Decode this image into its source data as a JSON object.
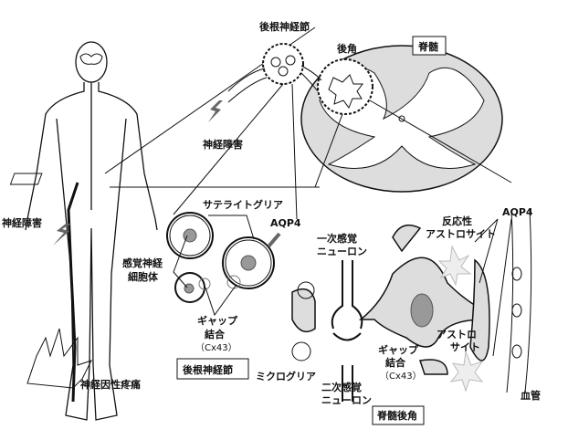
{
  "labels": {
    "drg_top": "後根神経節",
    "dorsal_horn": "後角",
    "spinal_cord": "脊髄",
    "nerve_injury_top": "神経障害",
    "nerve_injury_left": "神経障害",
    "satellite_glia": "サテライトグリア",
    "aqp4_left": "AQP4",
    "aqp4_right": "AQP4",
    "sensory_cell_body_1": "感覚神経",
    "sensory_cell_body_2": "細胞体",
    "gap_left_1": "ギャップ",
    "gap_left_2": "結合",
    "gap_left_3": "（Cx43）",
    "drg_box": "後根神経節",
    "microglia": "ミクログリア",
    "primary_neuron_1": "一次感覚",
    "primary_neuron_2": "ニューロン",
    "secondary_neuron_1": "二次感覚",
    "secondary_neuron_2": "ニューロン",
    "reactive_astro_1": "反応性",
    "reactive_astro_2": "アストロサイト",
    "astro_1": "アストロ",
    "astro_2": "サイト",
    "gap_right_1": "ギャップ",
    "gap_right_2": "結合",
    "gap_right_3": "（Cx43）",
    "dorsal_horn_box": "脊髄後角",
    "blood_vessel": "血管",
    "neuropathic_pain": "神経因性疼痛"
  }
}
